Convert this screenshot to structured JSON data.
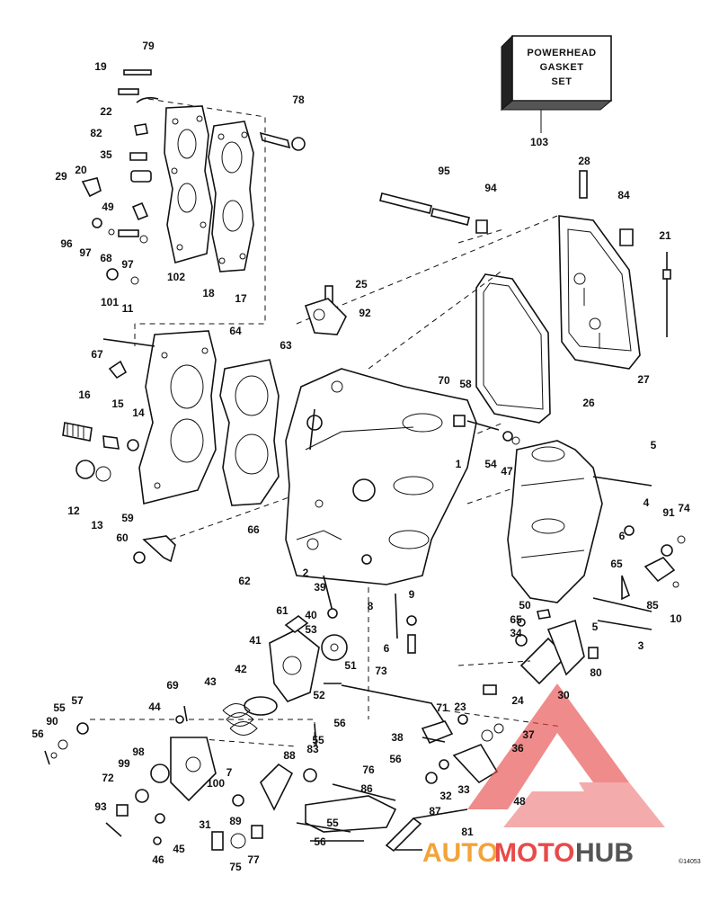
{
  "gasket_box": {
    "line1": "POWERHEAD",
    "line2": "GASKET",
    "line3": "SET"
  },
  "watermark": {
    "brand_auto": "AUTO",
    "brand_moto": "MOTO",
    "brand_hub": "HUB",
    "code": "©14053"
  },
  "colors": {
    "logo_red": "#e84a4a",
    "logo_orange": "#f2a33a",
    "logo_grey": "#555555"
  },
  "callouts": [
    "79",
    "19",
    "22",
    "82",
    "35",
    "20",
    "29",
    "49",
    "96",
    "97",
    "68",
    "97",
    "102",
    "101",
    "18",
    "17",
    "78",
    "11",
    "64",
    "67",
    "63",
    "16",
    "15",
    "14",
    "12",
    "13",
    "59",
    "60",
    "25",
    "92",
    "103",
    "28",
    "95",
    "94",
    "84",
    "21",
    "70",
    "58",
    "1",
    "26",
    "27",
    "54",
    "47",
    "5",
    "4",
    "74",
    "91",
    "6",
    "66",
    "62",
    "2",
    "39",
    "65",
    "85",
    "10",
    "61",
    "40",
    "8",
    "9",
    "6",
    "50",
    "65",
    "34",
    "5",
    "3",
    "41",
    "53",
    "42",
    "43",
    "51",
    "52",
    "73",
    "30",
    "80",
    "24",
    "69",
    "44",
    "57",
    "55",
    "90",
    "56",
    "98",
    "99",
    "72",
    "93",
    "7",
    "100",
    "89",
    "31",
    "75",
    "77",
    "88",
    "83",
    "56",
    "55",
    "38",
    "71",
    "23",
    "37",
    "36",
    "56",
    "33",
    "32",
    "48",
    "76",
    "86",
    "55",
    "56",
    "87",
    "81",
    "45",
    "46"
  ]
}
